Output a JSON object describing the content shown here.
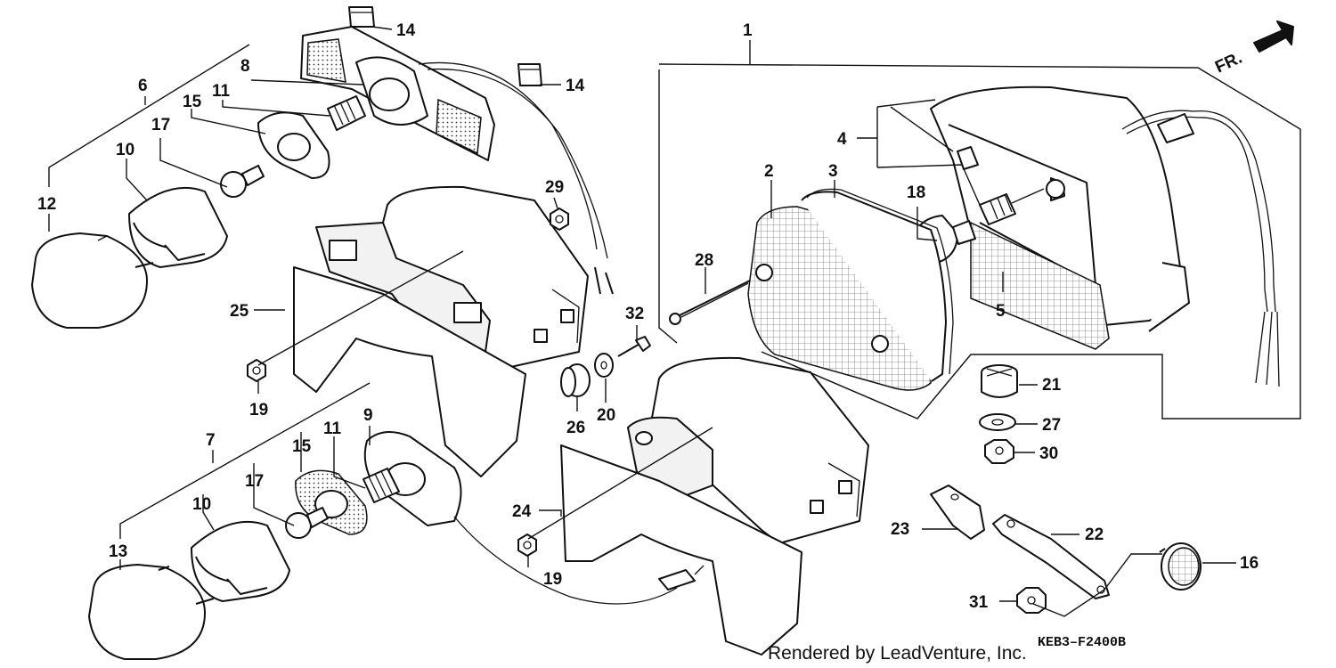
{
  "diagram": {
    "credit": "Rendered by LeadVenture, Inc.",
    "code": "KEB3–F2400B",
    "direction_label": "FR.",
    "callouts": [
      "1",
      "2",
      "3",
      "4",
      "5",
      "6",
      "7",
      "8",
      "9",
      "10",
      "10",
      "11",
      "11",
      "12",
      "13",
      "14",
      "14",
      "15",
      "15",
      "16",
      "17",
      "17",
      "18",
      "19",
      "19",
      "20",
      "21",
      "22",
      "23",
      "24",
      "25",
      "26",
      "27",
      "28",
      "29",
      "30",
      "31",
      "32"
    ]
  }
}
